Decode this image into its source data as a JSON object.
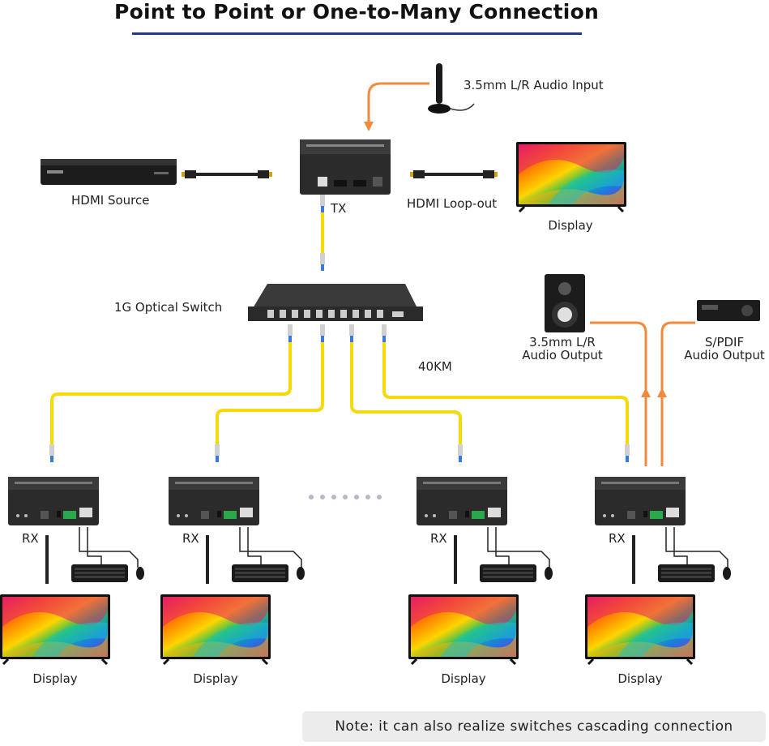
{
  "title": "Point to Point or One-to-Many Connection",
  "labels": {
    "audio_input": "3.5mm L/R Audio Input",
    "hdmi_source": "HDMI Source",
    "tx": "TX",
    "hdmi_loop_out": "HDMI Loop-out",
    "display_top": "Display",
    "optical_switch": "1G Optical Switch",
    "audio_output_line1": "3.5mm L/R",
    "audio_output_line2": "Audio Output",
    "spdif_line1": "S/PDIF",
    "spdif_line2": "Audio Output",
    "distance": "40KM",
    "rx": "RX",
    "display": "Display"
  },
  "note": "Note: it can also realize switches cascading connection",
  "receivers": [
    {
      "rx": "RX",
      "display": "Display"
    },
    {
      "rx": "RX",
      "display": "Display"
    },
    {
      "rx": "RX",
      "display": "Display"
    },
    {
      "rx": "RX",
      "display": "Display"
    }
  ],
  "colors": {
    "fiber": "#f5d90a",
    "audio_arrow": "#f08a3c",
    "title_rule": "#1e3a8a",
    "device_body": "#2b2b2b"
  },
  "icons": [
    "antenna-icon",
    "bluray-player-icon",
    "hdmi-cable-icon",
    "tv-display-icon",
    "speaker-icon",
    "av-receiver-icon",
    "keyboard-icon",
    "mouse-icon",
    "fiber-connector-icon"
  ]
}
